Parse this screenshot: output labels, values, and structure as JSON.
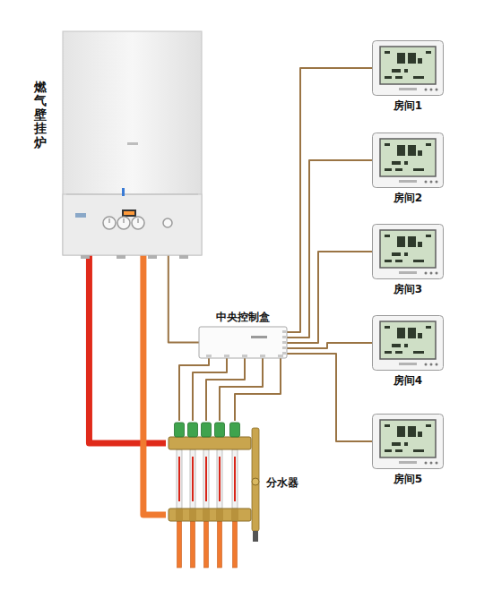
{
  "diagram": {
    "nodes": [
      {
        "text": [
          "燃气壁挂炉"
        ]
      },
      {
        "text": [
          "中央控制盒"
        ]
      },
      {
        "text": [
          "房间1"
        ]
      },
      {
        "text": [
          "房间2"
        ]
      },
      {
        "text": [
          "房间3"
        ]
      },
      {
        "text": [
          "房间4"
        ]
      },
      {
        "text": [
          "房间5"
        ]
      },
      {
        "text": [
          "分水器"
        ]
      }
    ],
    "edges": [
      {
        "from": 0,
        "to": 1,
        "arrow": "none"
      },
      {
        "from": 1,
        "to": 2,
        "arrow": "none"
      },
      {
        "from": 1,
        "to": 3,
        "arrow": "none"
      },
      {
        "from": 1,
        "to": 4,
        "arrow": "none"
      },
      {
        "from": 1,
        "to": 5,
        "arrow": "none"
      },
      {
        "from": 1,
        "to": 6,
        "arrow": "none"
      },
      {
        "from": 1,
        "to": 7,
        "arrow": "none"
      },
      {
        "from": 1,
        "to": 7,
        "arrow": "none"
      },
      {
        "from": 1,
        "to": 7,
        "arrow": "none"
      },
      {
        "from": 1,
        "to": 7,
        "arrow": "none"
      },
      {
        "from": 1,
        "to": 7,
        "arrow": "none"
      },
      {
        "from": 0,
        "to": 7,
        "arrow": "none"
      },
      {
        "from": 0,
        "to": 7,
        "arrow": "none"
      }
    ]
  }
}
